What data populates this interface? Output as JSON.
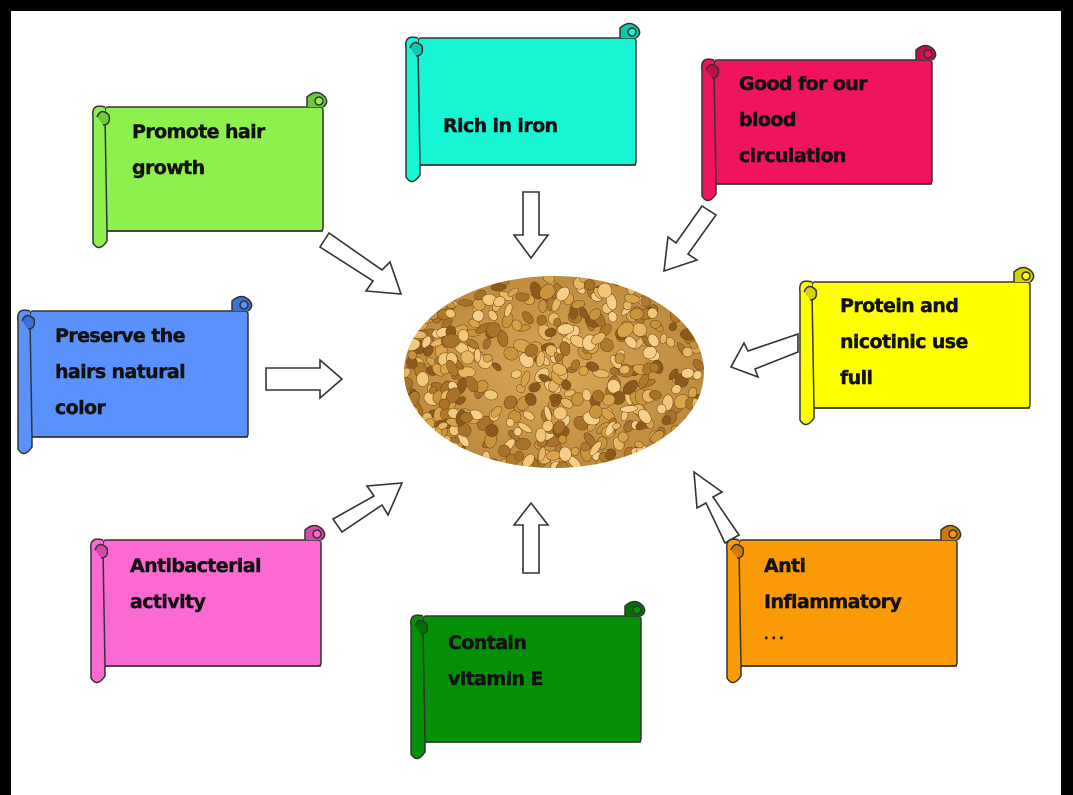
{
  "center": {
    "image": "fenugreek-seeds"
  },
  "scrolls": [
    {
      "id": "promote-hair",
      "color": "#8ef04e",
      "curl_color": "#6cc93a",
      "lines": [
        "Promote hair",
        "growth"
      ]
    },
    {
      "id": "rich-iron",
      "color": "#17f5d5",
      "curl_color": "#10c8ab",
      "lines": [
        "Rich in iron"
      ]
    },
    {
      "id": "blood-circulation",
      "color": "#f0145c",
      "curl_color": "#c20f48",
      "lines": [
        "Good for our",
        "blood",
        "circulation"
      ]
    },
    {
      "id": "protein-nicotinic",
      "color": "#ffff00",
      "curl_color": "#d4d400",
      "lines": [
        "Protein and",
        "nicotinic use",
        "full"
      ]
    },
    {
      "id": "anti-inflammatory",
      "color": "#fb9a07",
      "curl_color": "#d07b00",
      "lines": [
        "Anti",
        "Inflammatory",
        "· · ·"
      ]
    },
    {
      "id": "vitamin-e",
      "color": "#049006",
      "curl_color": "#036f04",
      "lines": [
        "Contain",
        "vitamin E"
      ]
    },
    {
      "id": "antibacterial",
      "color": "#fc6ad1",
      "curl_color": "#d34aab",
      "lines": [
        "Antibacterial",
        "activity"
      ]
    },
    {
      "id": "hair-color",
      "color": "#5b91fb",
      "curl_color": "#3d70d8",
      "lines": [
        "Preserve the",
        "hairs natural",
        "color"
      ]
    }
  ]
}
